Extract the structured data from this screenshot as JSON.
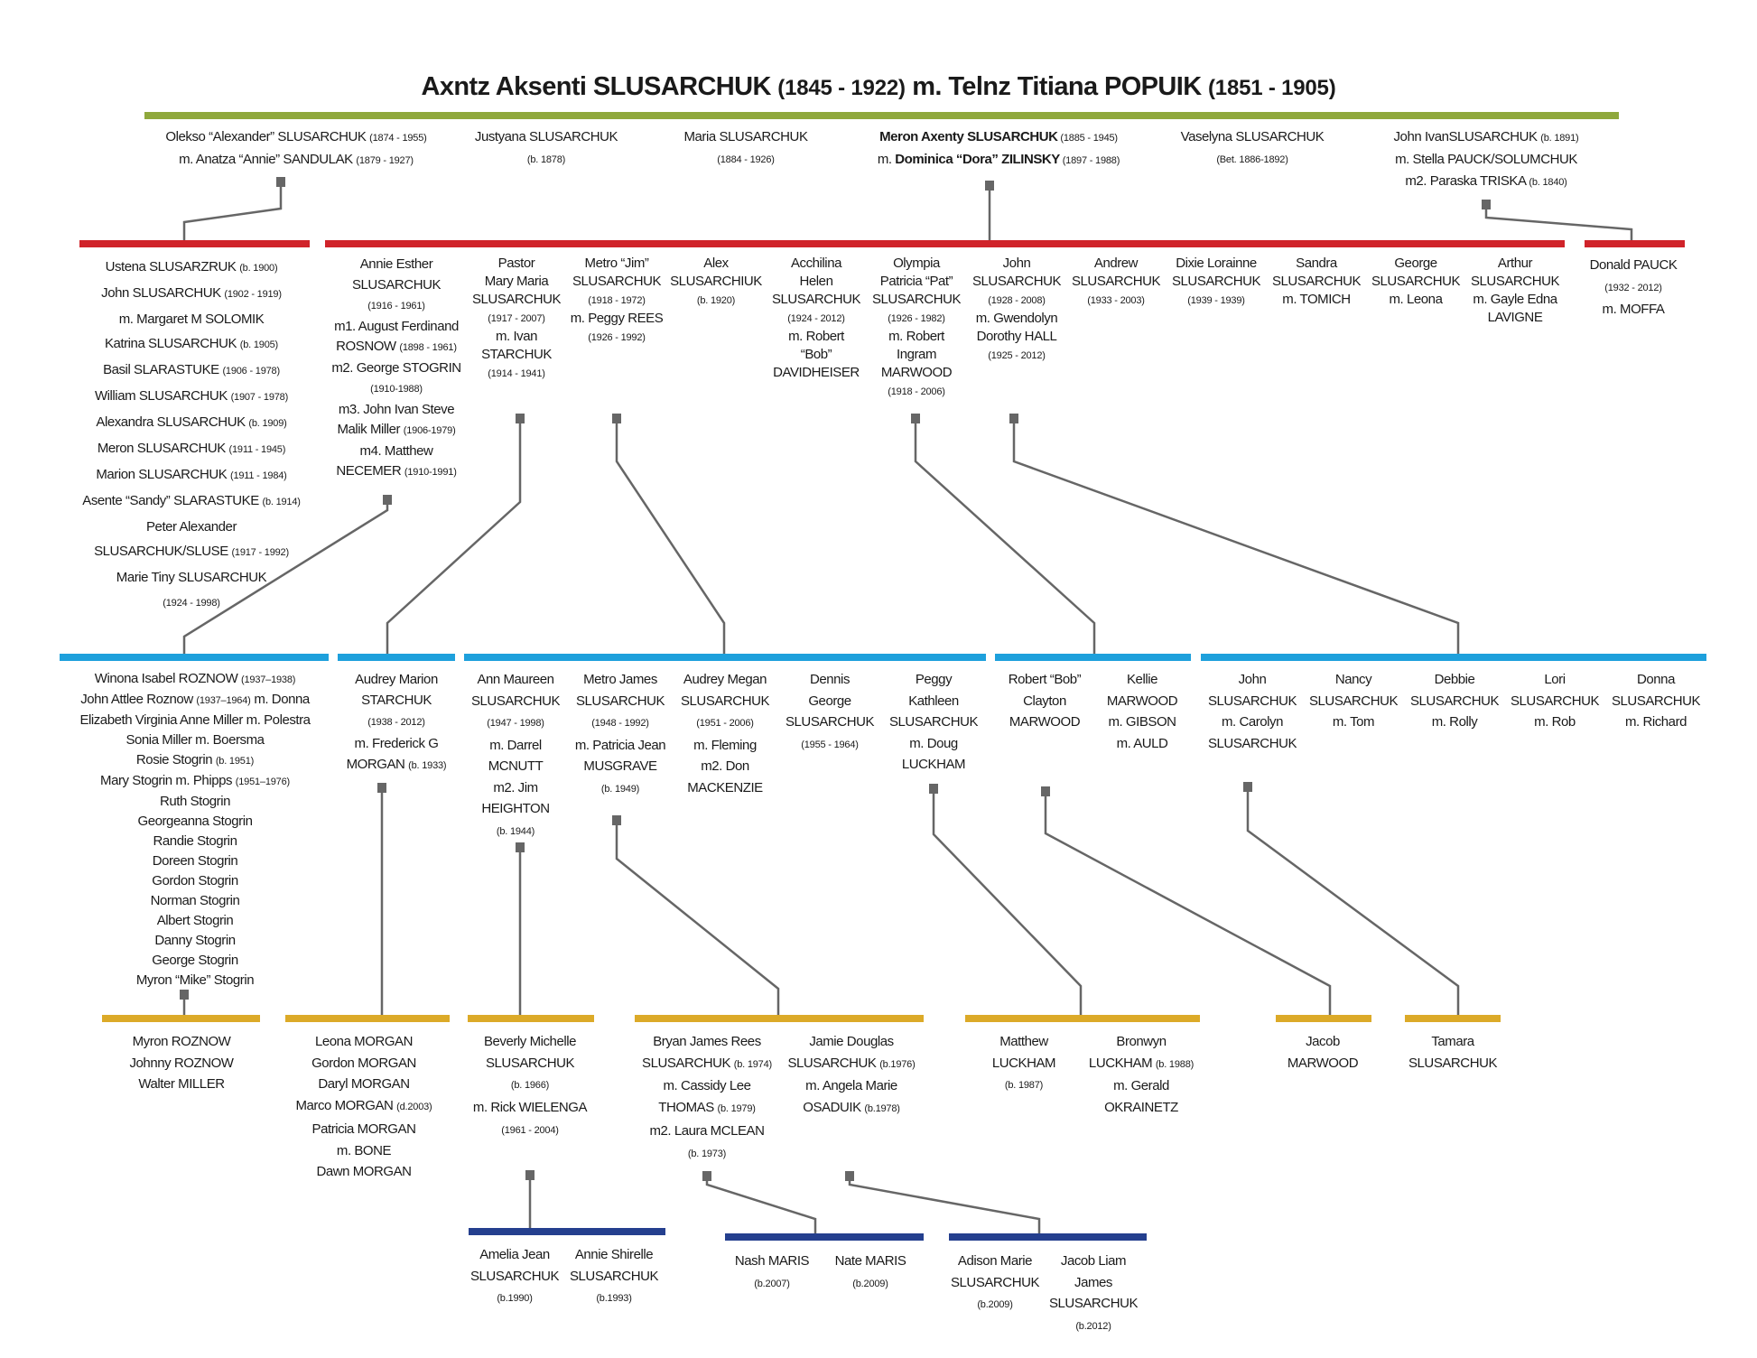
{
  "title": {
    "parts": [
      "Axntz Aksenti SLUSARCHUK ",
      "(1845 - 1922)",
      " m. Telnz Titiana POPUIK ",
      "(1851 - 1905)"
    ]
  },
  "colors": {
    "gen1": "#8fa83c",
    "gen2": "#d0232a",
    "gen3": "#1ea0dc",
    "gen4": "#dcaa28",
    "gen5": "#243f8e",
    "connector": "#666666"
  },
  "generations": [
    [
      {
        "lines": [
          [
            "Olekso “Alexander” SLUSARCHUK ",
            "(1874 - 1955)"
          ],
          [
            "m. Anatza “Annie” SANDULAK ",
            "(1879 - 1927)"
          ]
        ]
      },
      {
        "lines": [
          [
            "Justyana SLUSARCHUK"
          ],
          [
            "(b. 1878)"
          ]
        ]
      },
      {
        "lines": [
          [
            "Maria SLUSARCHUK"
          ],
          [
            "(1884 - 1926)"
          ]
        ]
      },
      {
        "lines": [
          [
            "Meron Axenty SLUSARCHUK",
            " (1885 - 1945)"
          ],
          [
            "m. ",
            "Dominica “Dora” ZILINSKY",
            " (1897 - 1988)"
          ]
        ]
      },
      {
        "lines": [
          [
            "Vaselyna SLUSARCHUK"
          ],
          [
            "(Bet. 1886-1892)"
          ]
        ]
      },
      {
        "lines": [
          [
            "John IvanSLUSARCHUK ",
            "(b. 1891)"
          ],
          [
            "m. Stella PAUCK/SOLUMCHUK"
          ],
          [
            "m2. Paraska TRISKA ",
            "(b. 1840)"
          ]
        ]
      }
    ],
    [
      {
        "lines": [
          [
            "Ustena SLUSARZRUK ",
            "(b. 1900)"
          ],
          [
            "John SLUSARCHUK ",
            "(1902 - 1919)"
          ],
          [
            "m. Margaret M SOLOMIK"
          ],
          [
            "Katrina SLUSARCHUK ",
            "(b. 1905)"
          ],
          [
            "Basil SLARASTUKE ",
            "(1906 - 1978)"
          ],
          [
            "William SLUSARCHUK ",
            "(1907 - 1978)"
          ],
          [
            "Alexandra SLUSARCHUK ",
            "(b. 1909)"
          ],
          [
            "Meron SLUSARCHUK ",
            "(1911 - 1945)"
          ],
          [
            "Marion SLUSARCHUK ",
            "(1911 - 1984)"
          ],
          [
            "Asente “Sandy” SLARASTUKE ",
            "(b. 1914)"
          ],
          [
            "Peter Alexander"
          ],
          [
            "SLUSARCHUK/SLUSE ",
            "(1917 - 1992)"
          ],
          [
            "Marie Tiny SLUSARCHUK"
          ],
          [
            "(1924 - 1998)"
          ]
        ]
      },
      {
        "lines": [
          [
            "Annie Esther"
          ],
          [
            "SLUSARCHUK"
          ],
          [
            "(1916 - 1961)"
          ],
          [
            "m1. August Ferdinand"
          ],
          [
            "ROSNOW ",
            "(1898 - 1961)"
          ],
          [
            "m2. George STOGRIN"
          ],
          [
            "(1910-1988)"
          ],
          [
            "m3. John Ivan Steve"
          ],
          [
            "Malik Miller ",
            "(1906-1979)"
          ],
          [
            "m4. Matthew"
          ],
          [
            "NECEMER ",
            "(1910-1991)"
          ]
        ]
      },
      {
        "lines": [
          [
            "Pastor"
          ],
          [
            "Mary Maria"
          ],
          [
            "SLUSARCHUK"
          ],
          [
            "(1917 - 2007)"
          ],
          [
            "m. Ivan"
          ],
          [
            "STARCHUK"
          ],
          [
            "(1914 - 1941)"
          ]
        ]
      },
      {
        "lines": [
          [
            "Metro “Jim”"
          ],
          [
            "SLUSARCHUK"
          ],
          [
            "(1918 - 1972)"
          ],
          [
            "m. Peggy REES"
          ],
          [
            "(1926 - 1992)"
          ]
        ]
      },
      {
        "lines": [
          [
            "Alex"
          ],
          [
            "SLUSARCHIUK"
          ],
          [
            "(b. 1920)"
          ]
        ]
      },
      {
        "lines": [
          [
            "Acchilina"
          ],
          [
            "Helen"
          ],
          [
            "SLUSARCHUK"
          ],
          [
            "(1924 - 2012)"
          ],
          [
            "m. Robert"
          ],
          [
            "“Bob”"
          ],
          [
            "DAVIDHEISER"
          ]
        ]
      },
      {
        "lines": [
          [
            "Olympia"
          ],
          [
            "Patricia “Pat”"
          ],
          [
            "SLUSARCHUK"
          ],
          [
            "(1926 - 1982)"
          ],
          [
            "m. Robert"
          ],
          [
            "Ingram"
          ],
          [
            "MARWOOD"
          ],
          [
            "(1918 - 2006)"
          ]
        ]
      },
      {
        "lines": [
          [
            "John"
          ],
          [
            "SLUSARCHUK"
          ],
          [
            "(1928 - 2008)"
          ],
          [
            "m. Gwendolyn"
          ],
          [
            "Dorothy HALL"
          ],
          [
            "(1925 - 2012)"
          ]
        ]
      },
      {
        "lines": [
          [
            "Andrew"
          ],
          [
            "SLUSARCHUK"
          ],
          [
            "(1933 - 2003)"
          ]
        ]
      },
      {
        "lines": [
          [
            "Dixie Lorainne"
          ],
          [
            "SLUSARCHUK"
          ],
          [
            "(1939 - 1939)"
          ]
        ]
      },
      {
        "lines": [
          [
            "Sandra"
          ],
          [
            "SLUSARCHUK"
          ],
          [
            "m. TOMICH"
          ]
        ]
      },
      {
        "lines": [
          [
            "George"
          ],
          [
            "SLUSARCHUK"
          ],
          [
            "m. Leona"
          ]
        ]
      },
      {
        "lines": [
          [
            "Arthur"
          ],
          [
            "SLUSARCHUK"
          ],
          [
            "m. Gayle Edna"
          ],
          [
            "LAVIGNE"
          ]
        ]
      },
      {
        "lines": [
          [
            "Donald PAUCK"
          ],
          [
            "(1932 - 2012)"
          ],
          [
            "m. MOFFA"
          ]
        ]
      }
    ],
    [
      {
        "lines": [
          [
            "Winona Isabel ROZNOW ",
            "(1937–1938)"
          ],
          [
            "John Attlee Roznow ",
            "(1937–1964)",
            " m. Donna"
          ],
          [
            "Elizabeth Virginia Anne Miller m. Polestra"
          ],
          [
            "Sonia Miller m. Boersma"
          ],
          [
            "Rosie Stogrin ",
            "(b. 1951)"
          ],
          [
            "Mary Stogrin m. Phipps ",
            "(1951–1976)"
          ],
          [
            "Ruth Stogrin"
          ],
          [
            "Georgeanna Stogrin"
          ],
          [
            "Randie Stogrin"
          ],
          [
            "Doreen Stogrin"
          ],
          [
            "Gordon Stogrin"
          ],
          [
            "Norman Stogrin"
          ],
          [
            "Albert Stogrin"
          ],
          [
            "Danny Stogrin"
          ],
          [
            "George Stogrin"
          ],
          [
            "Myron “Mike” Stogrin"
          ]
        ]
      },
      {
        "lines": [
          [
            "Audrey Marion"
          ],
          [
            "STARCHUK"
          ],
          [
            "(1938 - 2012)"
          ],
          [
            "m. Frederick G"
          ],
          [
            "MORGAN ",
            "(b. 1933)"
          ]
        ]
      },
      {
        "lines": [
          [
            "Ann Maureen"
          ],
          [
            "SLUSARCHUK"
          ],
          [
            "(1947 - 1998)"
          ],
          [
            "m. Darrel"
          ],
          [
            "MCNUTT"
          ],
          [
            "m2. Jim"
          ],
          [
            "HEIGHTON"
          ],
          [
            "(b. 1944)"
          ]
        ]
      },
      {
        "lines": [
          [
            "Metro James"
          ],
          [
            "SLUSARCHUK"
          ],
          [
            "(1948 - 1992)"
          ],
          [
            "m. Patricia Jean"
          ],
          [
            "MUSGRAVE"
          ],
          [
            "(b. 1949)"
          ]
        ]
      },
      {
        "lines": [
          [
            "Audrey Megan"
          ],
          [
            "SLUSARCHUK"
          ],
          [
            "(1951 - 2006)"
          ],
          [
            "m. Fleming"
          ],
          [
            "m2. Don"
          ],
          [
            "MACKENZIE"
          ]
        ]
      },
      {
        "lines": [
          [
            "Dennis"
          ],
          [
            "George"
          ],
          [
            "SLUSARCHUK"
          ],
          [
            "(1955 - 1964)"
          ]
        ]
      },
      {
        "lines": [
          [
            "Peggy"
          ],
          [
            "Kathleen"
          ],
          [
            "SLUSARCHUK"
          ],
          [
            "m. Doug"
          ],
          [
            "LUCKHAM"
          ]
        ]
      },
      {
        "lines": [
          [
            "Robert “Bob”"
          ],
          [
            "Clayton"
          ],
          [
            "MARWOOD"
          ]
        ]
      },
      {
        "lines": [
          [
            "Kellie"
          ],
          [
            "MARWOOD"
          ],
          [
            "m. GIBSON"
          ],
          [
            "m. AULD"
          ]
        ]
      },
      {
        "lines": [
          [
            "John"
          ],
          [
            "SLUSARCHUK"
          ],
          [
            "m. Carolyn"
          ],
          [
            "SLUSARCHUK"
          ]
        ]
      },
      {
        "lines": [
          [
            "Nancy"
          ],
          [
            "SLUSARCHUK"
          ],
          [
            "m. Tom"
          ]
        ]
      },
      {
        "lines": [
          [
            "Debbie"
          ],
          [
            "SLUSARCHUK"
          ],
          [
            "m. Rolly"
          ]
        ]
      },
      {
        "lines": [
          [
            "Lori"
          ],
          [
            "SLUSARCHUK"
          ],
          [
            "m. Rob"
          ]
        ]
      },
      {
        "lines": [
          [
            "Donna"
          ],
          [
            "SLUSARCHUK"
          ],
          [
            "m. Richard"
          ]
        ]
      }
    ],
    [
      {
        "lines": [
          [
            "Myron ROZNOW"
          ],
          [
            "Johnny ROZNOW"
          ],
          [
            "Walter MILLER"
          ]
        ]
      },
      {
        "lines": [
          [
            "Leona MORGAN"
          ],
          [
            "Gordon MORGAN"
          ],
          [
            "Daryl MORGAN"
          ],
          [
            "Marco MORGAN ",
            "(d.2003)"
          ],
          [
            "Patricia MORGAN"
          ],
          [
            "m. BONE"
          ],
          [
            "Dawn MORGAN"
          ]
        ]
      },
      {
        "lines": [
          [
            "Beverly Michelle"
          ],
          [
            "SLUSARCHUK"
          ],
          [
            "(b. 1966)"
          ],
          [
            "m. Rick WIELENGA"
          ],
          [
            "(1961 - 2004)"
          ]
        ]
      },
      {
        "lines": [
          [
            "Bryan James Rees"
          ],
          [
            "SLUSARCHUK ",
            "(b. 1974)"
          ],
          [
            "m. Cassidy Lee"
          ],
          [
            "THOMAS ",
            "(b. 1979)"
          ],
          [
            "m2. Laura MCLEAN"
          ],
          [
            "(b. 1973)"
          ]
        ]
      },
      {
        "lines": [
          [
            "Jamie Douglas"
          ],
          [
            "SLUSARCHUK ",
            "(b.1976)"
          ],
          [
            "m. Angela Marie"
          ],
          [
            "OSADUIK ",
            "(b.1978)"
          ]
        ]
      },
      {
        "lines": [
          [
            "Matthew"
          ],
          [
            "LUCKHAM"
          ],
          [
            "(b. 1987)"
          ]
        ]
      },
      {
        "lines": [
          [
            "Bronwyn"
          ],
          [
            "LUCKHAM ",
            "(b. 1988)"
          ],
          [
            "m. Gerald"
          ],
          [
            "OKRAINETZ"
          ]
        ]
      },
      {
        "lines": [
          [
            "Jacob"
          ],
          [
            "MARWOOD"
          ]
        ]
      },
      {
        "lines": [
          [
            "Tamara"
          ],
          [
            "SLUSARCHUK"
          ]
        ]
      }
    ],
    [
      {
        "lines": [
          [
            "Amelia Jean"
          ],
          [
            "SLUSARCHUK"
          ],
          [
            "(b.1990)"
          ]
        ]
      },
      {
        "lines": [
          [
            "Annie Shirelle"
          ],
          [
            "SLUSARCHUK"
          ],
          [
            "(b.1993)"
          ]
        ]
      },
      {
        "lines": [
          [
            "Nash MARIS"
          ],
          [
            "(b.2007)"
          ]
        ]
      },
      {
        "lines": [
          [
            "Nate MARIS"
          ],
          [
            "(b.2009)"
          ]
        ]
      },
      {
        "lines": [
          [
            "Adison Marie"
          ],
          [
            "SLUSARCHUK"
          ],
          [
            "(b.2009)"
          ]
        ]
      },
      {
        "lines": [
          [
            "Jacob Liam"
          ],
          [
            "James"
          ],
          [
            "SLUSARCHUK"
          ],
          [
            "(b.2012)"
          ]
        ]
      }
    ]
  ]
}
